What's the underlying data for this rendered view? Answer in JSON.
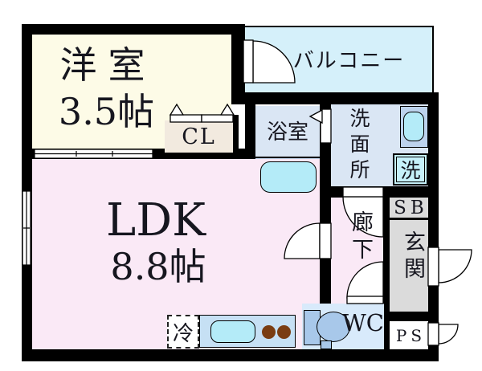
{
  "rooms": {
    "western_room": {
      "name": "洋室",
      "area": "3.5帖"
    },
    "ldk": {
      "name": "LDK",
      "area": "8.8帖"
    },
    "balcony": {
      "name": "バルコニー"
    },
    "closet": {
      "name": "CL"
    },
    "bathroom": {
      "name": "浴室"
    },
    "washroom": {
      "name": "洗面所"
    },
    "hallway": {
      "name": "廊下"
    },
    "entrance": {
      "name": "玄関"
    },
    "shoe_box": {
      "name": "SB"
    },
    "toilet_room": {
      "name": "WC"
    },
    "pipe_space": {
      "name": "PS"
    }
  },
  "fixtures": {
    "washing_machine": "洗",
    "refrigerator": "冷"
  },
  "colors": {
    "wall": "#000000",
    "western_room": "#FDFBE7",
    "ldk": "#FAE9F6",
    "balcony": "#D5F0FA",
    "closet": "#F2EADF",
    "bathroom": "#DAE6F4",
    "bathtub_zone": "#C5D7EE",
    "water_fixture": "#B4EBF8",
    "entrance_gray": "#DBDBDB",
    "wc": "#D8EAFB",
    "toilet": "#A8C8EA",
    "kitchen_counter": "#C6E0F4",
    "burner": "#7A3D12"
  }
}
